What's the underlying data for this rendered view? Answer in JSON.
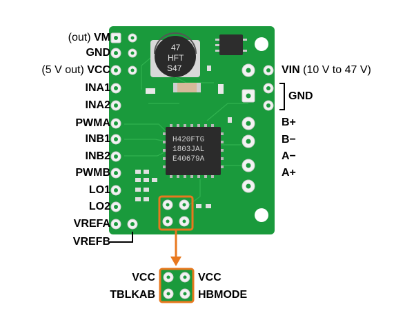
{
  "board": {
    "chip_text": [
      "H420FTG",
      "1803JAL",
      "E40679A"
    ],
    "capacitor_text": [
      "47",
      "HFT",
      "S47"
    ],
    "pcb_color": "#1a9a3c",
    "accent_color": "#e8781e"
  },
  "left_pins": [
    {
      "prefix": "(out) ",
      "name": "VM"
    },
    {
      "prefix": "",
      "name": "GND"
    },
    {
      "prefix": "(5 V out) ",
      "name": "VCC"
    },
    {
      "prefix": "",
      "name": "INA1"
    },
    {
      "prefix": "",
      "name": "INA2"
    },
    {
      "prefix": "",
      "name": "PWMA"
    },
    {
      "prefix": "",
      "name": "INB1"
    },
    {
      "prefix": "",
      "name": "INB2"
    },
    {
      "prefix": "",
      "name": "PWMB"
    },
    {
      "prefix": "",
      "name": "LO1"
    },
    {
      "prefix": "",
      "name": "LO2"
    },
    {
      "prefix": "",
      "name": "VREFA"
    },
    {
      "prefix": "",
      "name": "VREFB"
    }
  ],
  "right_pins": {
    "vin": {
      "name": "VIN",
      "desc": " (10 V to 47 V)"
    },
    "gnd": "GND",
    "b_plus": "B+",
    "b_minus": "B−",
    "a_minus": "A−",
    "a_plus": "A+"
  },
  "inset": {
    "top_left": "VCC",
    "top_right": "VCC",
    "bottom_left": "TBLKAB",
    "bottom_right": "HBMODE"
  }
}
